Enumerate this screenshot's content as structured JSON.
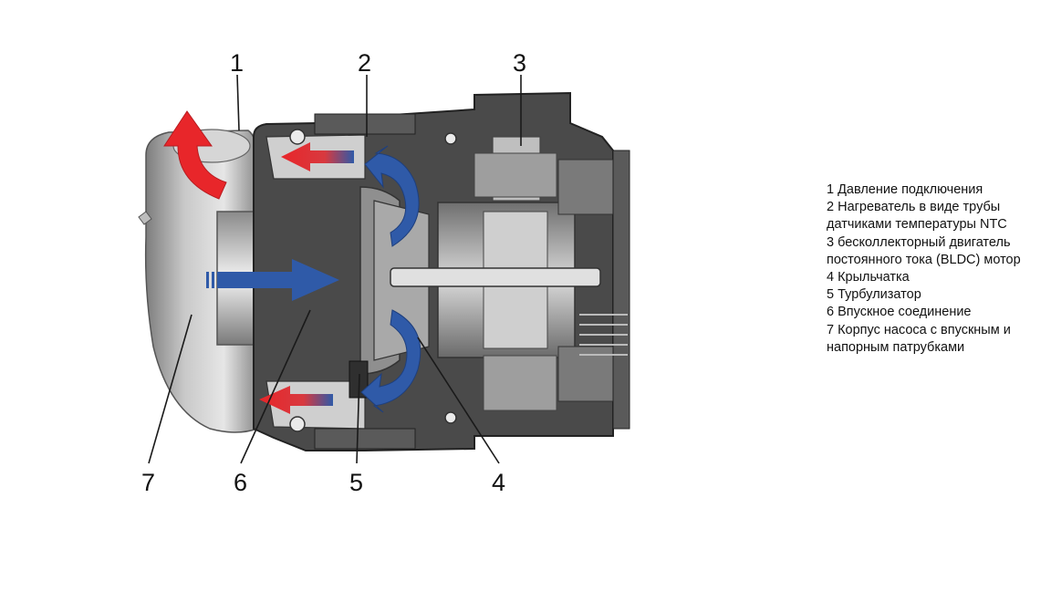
{
  "callouts": {
    "c1": "1",
    "c2": "2",
    "c3": "3",
    "c4": "4",
    "c5": "5",
    "c6": "6",
    "c7": "7"
  },
  "legend": {
    "items": [
      "1 Давление подключения",
      "2 Нагреватель в виде трубы датчиками температуры NTC",
      "3 бесколлекторный двигатель постоянного тока (BLDC) мотор",
      "4 Крыльчатка",
      "5 Турбулизатор",
      "6 Впускное соединение",
      "7 Корпус насоса с впускным и напорным патрубками"
    ]
  },
  "colors": {
    "hot_arrow": "#e8262a",
    "cold_arrow": "#2f5aa8",
    "housing": "#9a9a9a",
    "section_dark": "#3a3a3a"
  }
}
